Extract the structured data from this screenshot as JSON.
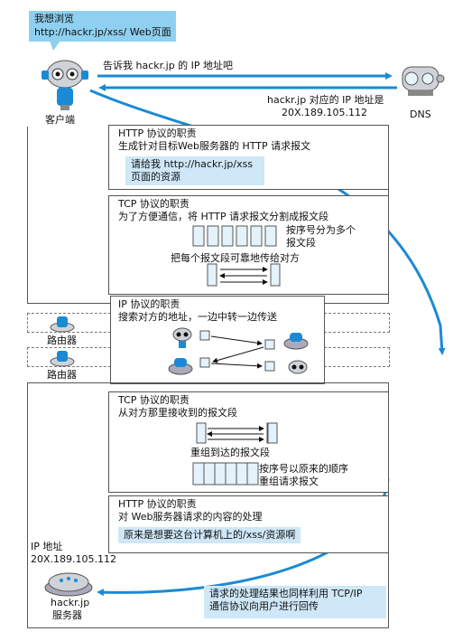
{
  "speech_bubble": {
    "line1": "我想浏览",
    "line2": "http://hackr.jp/xss/ Web页面"
  },
  "client": {
    "label": "客户端"
  },
  "dns": {
    "label": "DNS",
    "query": "告诉我 hackr.jp 的 IP 地址吧",
    "answer_line1": "hackr.jp 对应的 IP 地址是",
    "answer_line2": "20X.189.105.112"
  },
  "http_client": {
    "title": "HTTP 协议的职责",
    "desc": "生成针对目标Web服务器的 HTTP 请求报文",
    "request_line1": "请给我 http://hackr.jp/xss",
    "request_line2": "页面的资源"
  },
  "tcp_client": {
    "title": "TCP 协议的职责",
    "desc": "为了方便通信，将 HTTP 请求报文分割成报文段",
    "note_line1": "按序号分为多个",
    "note_line2": "报文段",
    "reliable": "把每个报文段可靠地传给对方"
  },
  "ip": {
    "title": "IP 协议的职责",
    "desc": "搜索对方的地址，一边中转一边传送"
  },
  "routers": [
    {
      "label": "路由器"
    },
    {
      "label": "路由器"
    }
  ],
  "tcp_server": {
    "title": "TCP 协议的职责",
    "desc": "从对方那里接收到的报文段",
    "reassembled": "重组到达的报文段",
    "note_line1": "按序号以原来的顺序",
    "note_line2": "重组请求报文"
  },
  "http_server": {
    "title": "HTTP 协议的职责",
    "desc": "对 Web服务器请求的内容的处理",
    "message": "原来是想要这台计算机上的/xss/资源啊"
  },
  "server": {
    "ip_label": "IP 地址",
    "ip_value": "20X.189.105.112",
    "name_line1": "hackr.jp",
    "name_line2": "服务器"
  },
  "response": {
    "line1": "请求的处理结果也同样利用 TCP/IP",
    "line2": "通信协议向用户进行回传"
  },
  "colors": {
    "accent_blue": "#1a8ad4",
    "light_blue": "#cfe7f7",
    "segment_blue": "#e3f2fb"
  }
}
